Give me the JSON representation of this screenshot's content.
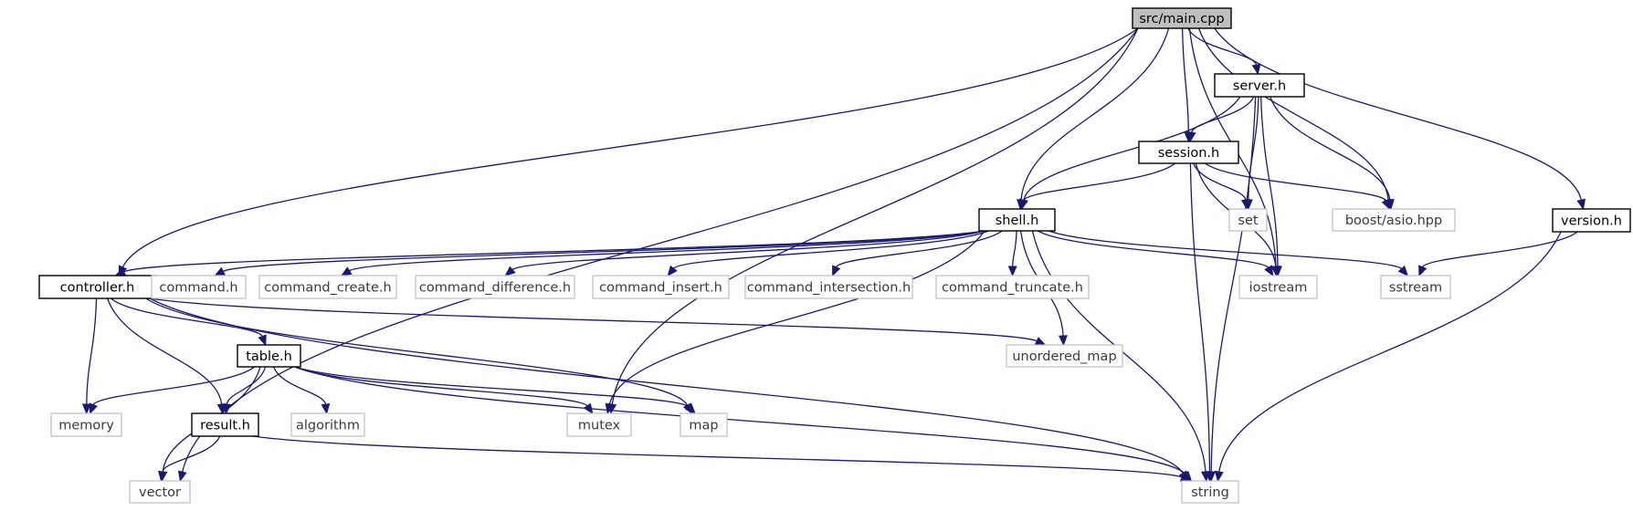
{
  "graph": {
    "nodes": [
      {
        "id": "main",
        "label": "src/main.cpp",
        "kind": "root"
      },
      {
        "id": "server",
        "label": "server.h",
        "kind": "local"
      },
      {
        "id": "session",
        "label": "session.h",
        "kind": "local"
      },
      {
        "id": "shell",
        "label": "shell.h",
        "kind": "local"
      },
      {
        "id": "version",
        "label": "version.h",
        "kind": "local"
      },
      {
        "id": "controller",
        "label": "controller.h",
        "kind": "local"
      },
      {
        "id": "table",
        "label": "table.h",
        "kind": "local"
      },
      {
        "id": "result",
        "label": "result.h",
        "kind": "local"
      },
      {
        "id": "set",
        "label": "set",
        "kind": "external"
      },
      {
        "id": "asio",
        "label": "boost/asio.hpp",
        "kind": "external"
      },
      {
        "id": "command",
        "label": "command.h",
        "kind": "external"
      },
      {
        "id": "command_create",
        "label": "command_create.h",
        "kind": "external"
      },
      {
        "id": "command_difference",
        "label": "command_difference.h",
        "kind": "external"
      },
      {
        "id": "command_insert",
        "label": "command_insert.h",
        "kind": "external"
      },
      {
        "id": "command_intersection",
        "label": "command_intersection.h",
        "kind": "external"
      },
      {
        "id": "command_truncate",
        "label": "command_truncate.h",
        "kind": "external"
      },
      {
        "id": "iostream",
        "label": "iostream",
        "kind": "external"
      },
      {
        "id": "sstream",
        "label": "sstream",
        "kind": "external"
      },
      {
        "id": "unordered_map",
        "label": "unordered_map",
        "kind": "external"
      },
      {
        "id": "memory",
        "label": "memory",
        "kind": "external"
      },
      {
        "id": "algorithm",
        "label": "algorithm",
        "kind": "external"
      },
      {
        "id": "mutex",
        "label": "mutex",
        "kind": "external"
      },
      {
        "id": "map",
        "label": "map",
        "kind": "external"
      },
      {
        "id": "vector",
        "label": "vector",
        "kind": "external"
      },
      {
        "id": "string",
        "label": "string",
        "kind": "external"
      }
    ],
    "edges": [
      [
        "main",
        "server"
      ],
      [
        "main",
        "session"
      ],
      [
        "main",
        "shell"
      ],
      [
        "main",
        "version"
      ],
      [
        "main",
        "controller"
      ],
      [
        "main",
        "vector"
      ],
      [
        "main",
        "asio"
      ],
      [
        "main",
        "iostream"
      ],
      [
        "main",
        "mutex"
      ],
      [
        "server",
        "session"
      ],
      [
        "server",
        "shell"
      ],
      [
        "server",
        "set"
      ],
      [
        "server",
        "asio"
      ],
      [
        "server",
        "iostream"
      ],
      [
        "server",
        "string"
      ],
      [
        "session",
        "shell"
      ],
      [
        "session",
        "set"
      ],
      [
        "session",
        "asio"
      ],
      [
        "session",
        "iostream"
      ],
      [
        "session",
        "string"
      ],
      [
        "shell",
        "controller"
      ],
      [
        "shell",
        "command"
      ],
      [
        "shell",
        "command_create"
      ],
      [
        "shell",
        "command_difference"
      ],
      [
        "shell",
        "command_insert"
      ],
      [
        "shell",
        "command_intersection"
      ],
      [
        "shell",
        "command_truncate"
      ],
      [
        "shell",
        "iostream"
      ],
      [
        "shell",
        "sstream"
      ],
      [
        "shell",
        "unordered_map"
      ],
      [
        "shell",
        "mutex"
      ],
      [
        "shell",
        "string"
      ],
      [
        "version",
        "sstream"
      ],
      [
        "version",
        "string"
      ],
      [
        "controller",
        "table"
      ],
      [
        "controller",
        "result"
      ],
      [
        "controller",
        "memory"
      ],
      [
        "controller",
        "unordered_map"
      ],
      [
        "controller",
        "string"
      ],
      [
        "controller",
        "map"
      ],
      [
        "table",
        "result"
      ],
      [
        "table",
        "memory"
      ],
      [
        "table",
        "algorithm"
      ],
      [
        "table",
        "mutex"
      ],
      [
        "table",
        "map"
      ],
      [
        "table",
        "vector"
      ],
      [
        "table",
        "string"
      ],
      [
        "result",
        "vector"
      ],
      [
        "result",
        "string"
      ]
    ]
  }
}
